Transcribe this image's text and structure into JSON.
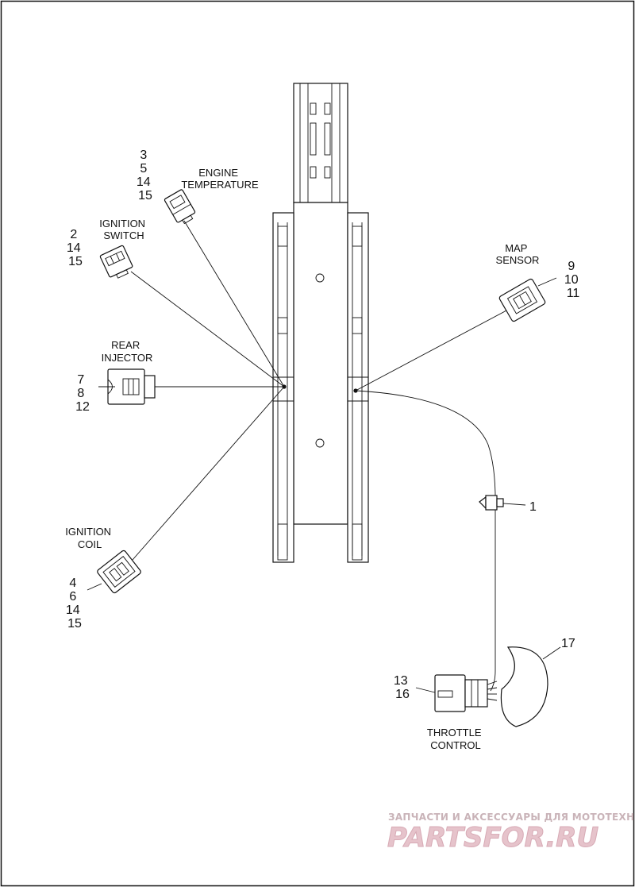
{
  "labels": {
    "engine_temperature": [
      "ENGINE",
      "TEMPERATURE"
    ],
    "ignition_switch": [
      "IGNITION",
      "SWITCH"
    ],
    "map_sensor": [
      "MAP",
      "SENSOR"
    ],
    "rear_injector": [
      "REAR",
      "INJECTOR"
    ],
    "ignition_coil": [
      "IGNITION",
      "COIL"
    ],
    "throttle_control": [
      "THROTTLE",
      "CONTROL"
    ]
  },
  "callouts": {
    "engine_temperature": [
      "3",
      "5",
      "14",
      "15"
    ],
    "ignition_switch": [
      "2",
      "14",
      "15"
    ],
    "map_sensor": [
      "9",
      "10",
      "11"
    ],
    "rear_injector": [
      "7",
      "8",
      "12"
    ],
    "ignition_coil": [
      "4",
      "6",
      "14",
      "15"
    ],
    "clip": "1",
    "cover": "17",
    "throttle_control": [
      "13",
      "16"
    ]
  },
  "watermark": {
    "line1": "ЗАПЧАСТИ И АКСЕССУАРЫ ДЛЯ МОТОТЕХНИКИ",
    "logo": "PARTSFOR.RU"
  }
}
